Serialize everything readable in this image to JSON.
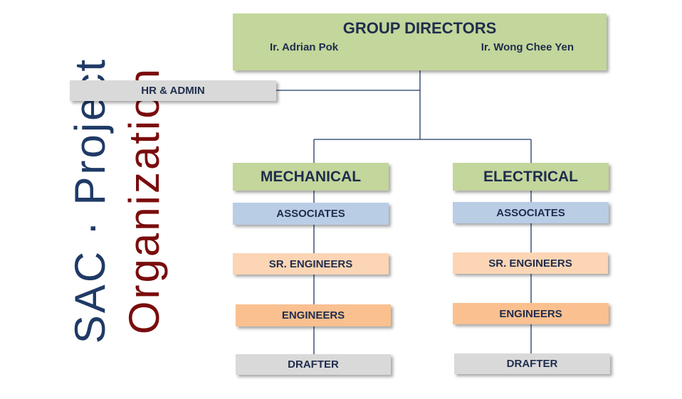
{
  "side_title": {
    "part1": "SAC · Project",
    "part2": "Organization",
    "color1": "#1f3a66",
    "color2": "#7a0c0c"
  },
  "top": {
    "title": "GROUP DIRECTORS",
    "names": [
      "Ir.  Adrian Pok",
      "Ir. Wong Chee Yen"
    ]
  },
  "hr": {
    "label": "HR & ADMIN"
  },
  "departments": [
    {
      "title": "MECHANICAL",
      "roles": [
        "ASSOCIATES",
        "SR. ENGINEERS",
        "ENGINEERS",
        "DRAFTER"
      ]
    },
    {
      "title": "ELECTRICAL",
      "roles": [
        "ASSOCIATES",
        "SR. ENGINEERS",
        "ENGINEERS",
        "DRAFTER"
      ]
    }
  ],
  "colors": {
    "green": "#c3d69b",
    "blue": "#b9cde5",
    "peach": "#fcd5b5",
    "orange": "#fac090",
    "gray": "#d9d9d9",
    "line": "#1f3a66"
  }
}
